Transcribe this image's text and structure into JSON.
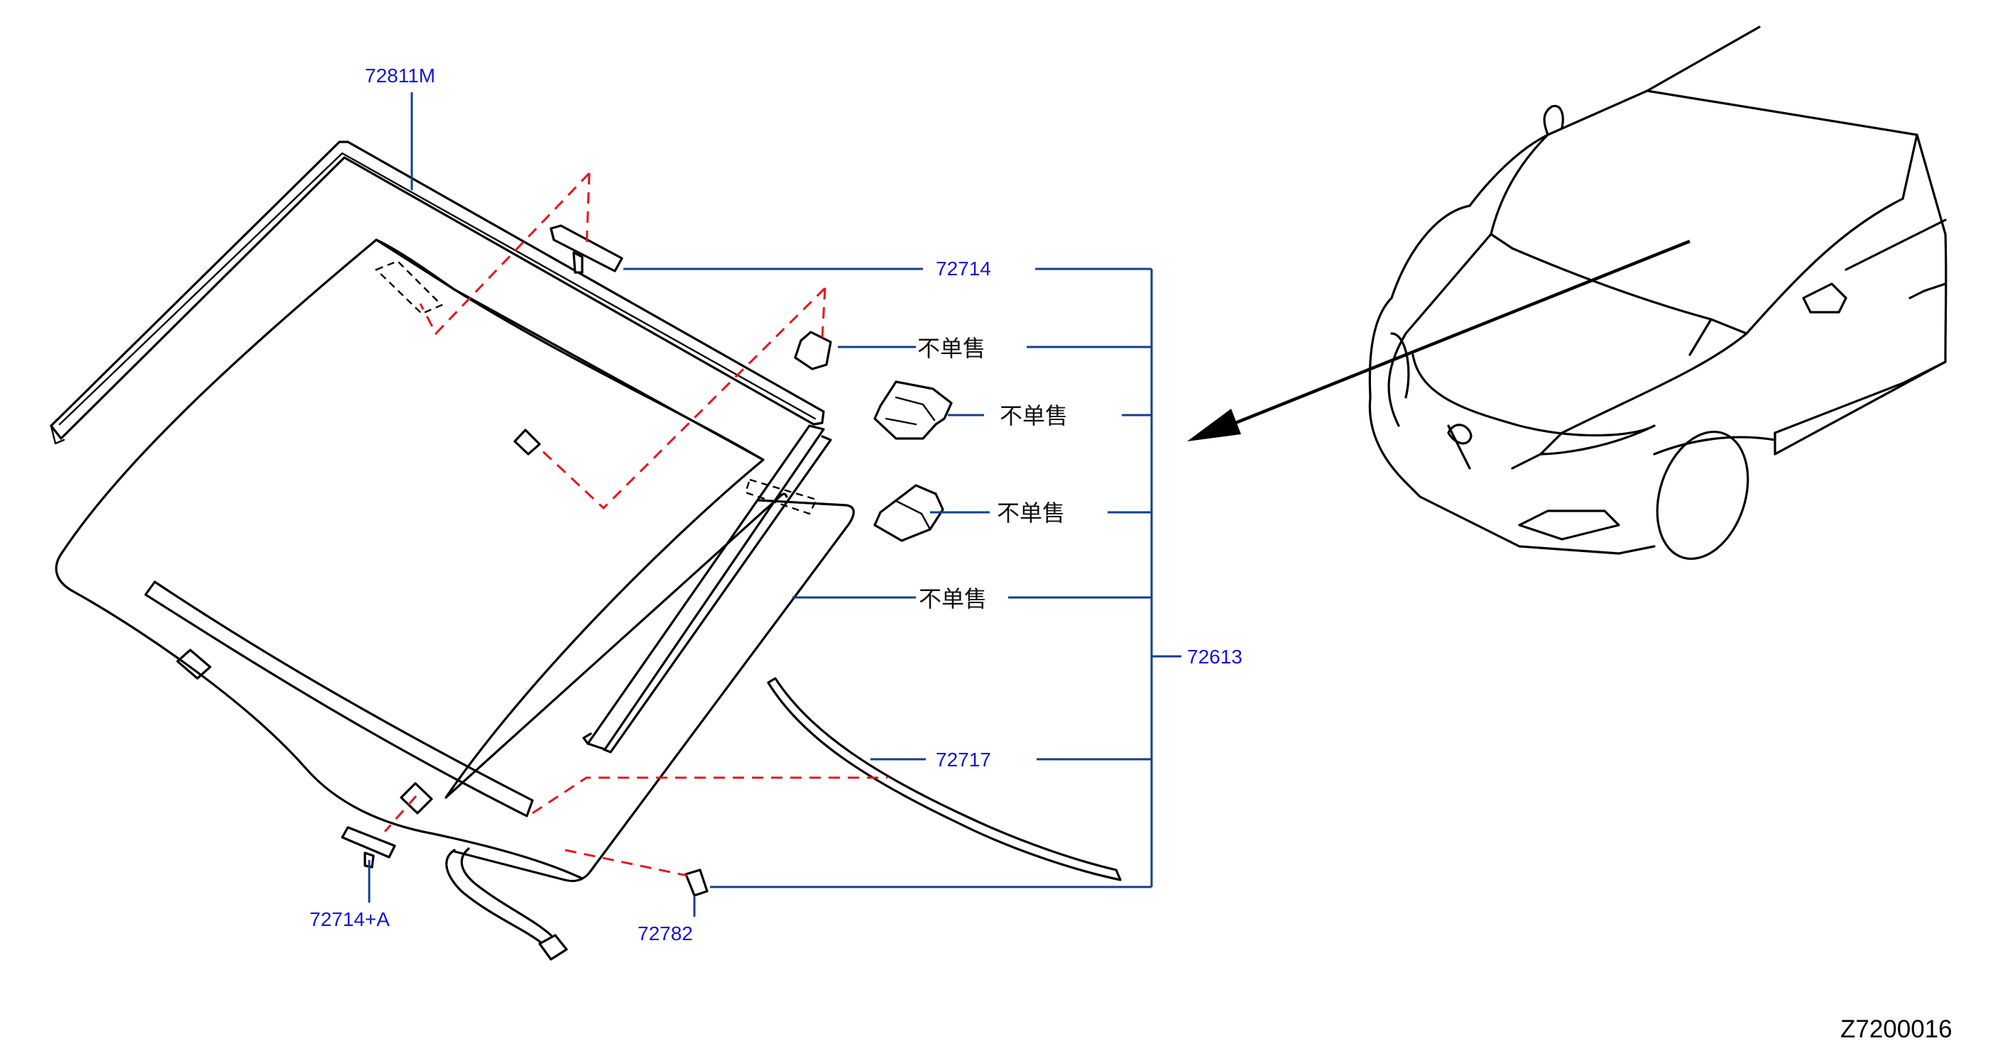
{
  "parts": {
    "moulding": "72811M",
    "clip_top": "72714",
    "clip_bottom": "72714+A",
    "windshield_assy": "72613",
    "dam_rubber": "72717",
    "spacer": "72782"
  },
  "not_sold_label": "不单售",
  "diagram_code": "Z7200016",
  "colors": {
    "part_number": "#1414d8",
    "leader_line": "#123f8f",
    "dashed_reference": "#e8141b",
    "drawing": "#000000"
  }
}
